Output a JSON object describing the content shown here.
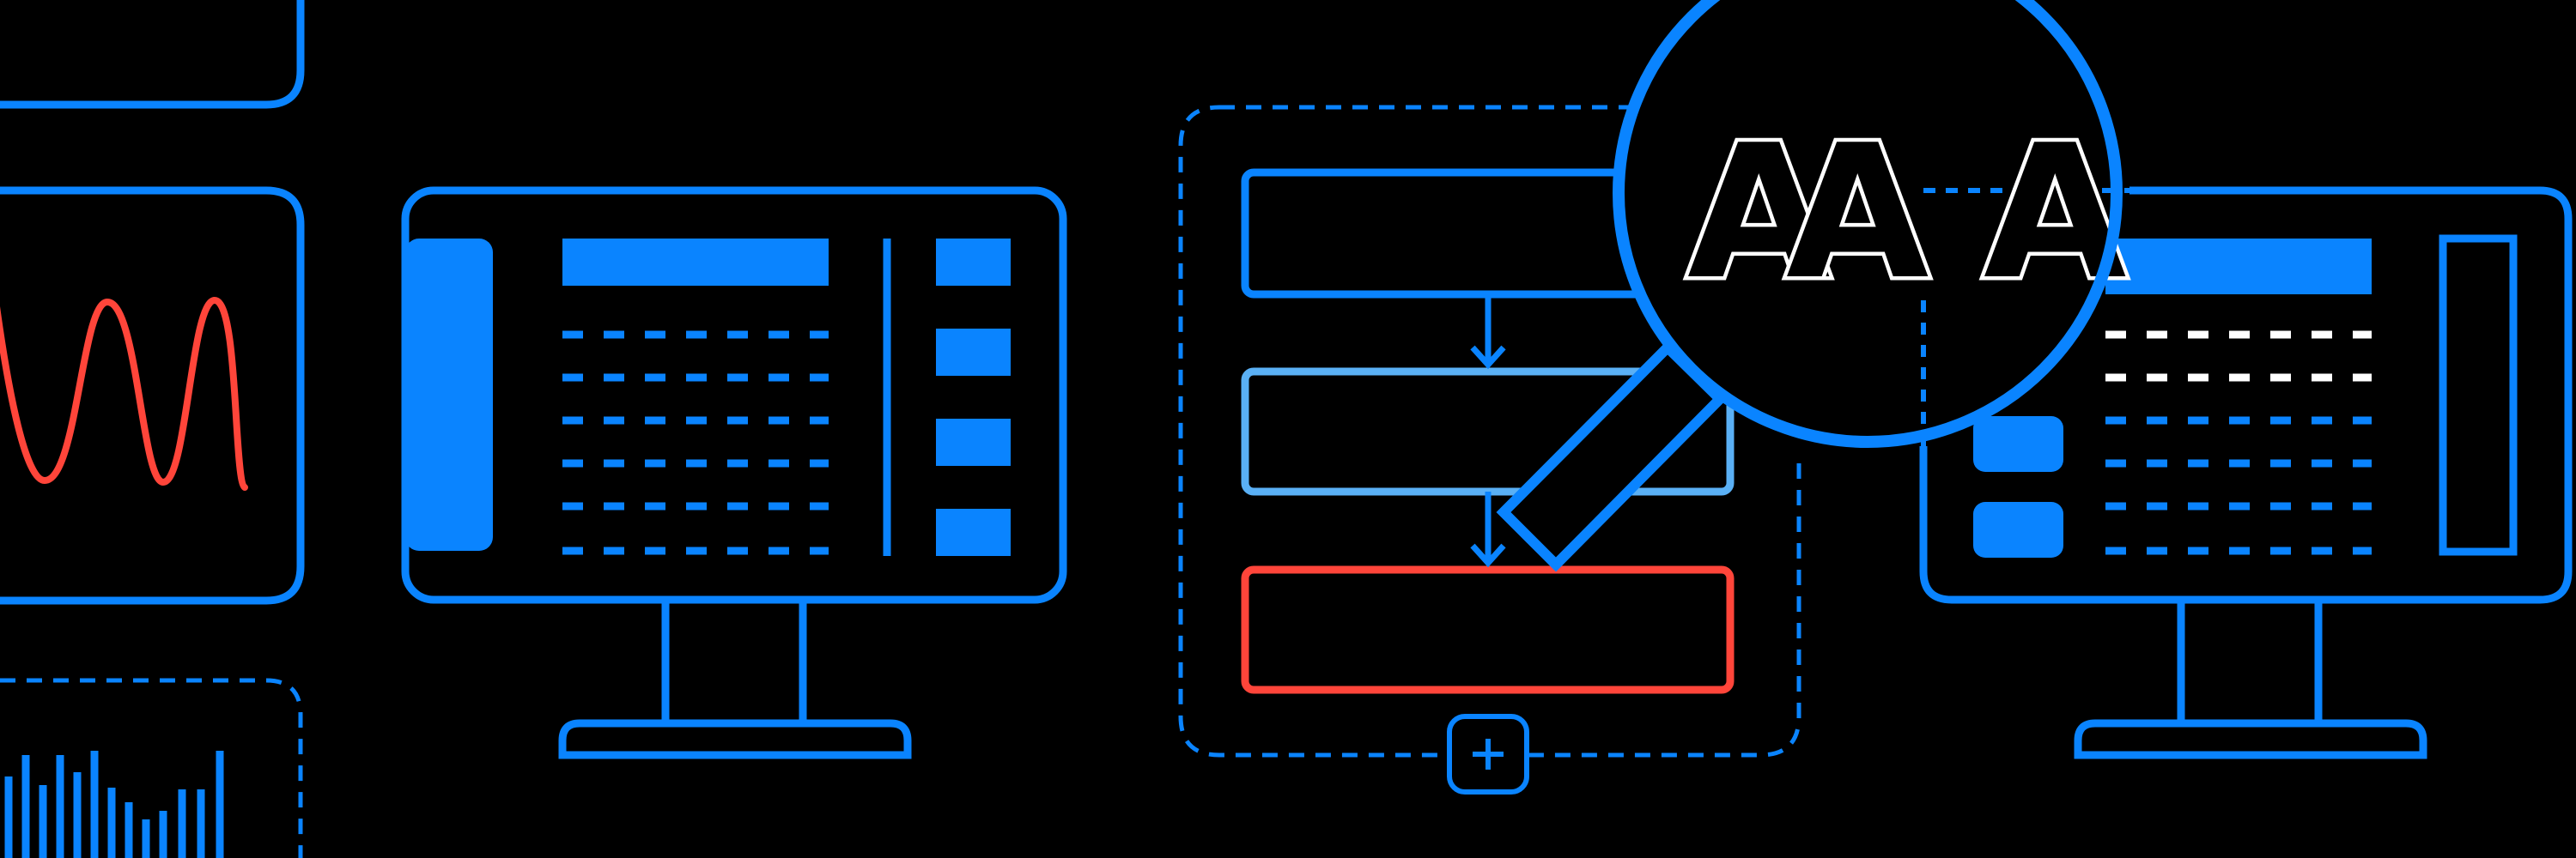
{
  "colors": {
    "background": "#000000",
    "accent_blue": "#0A84FF",
    "light_blue": "#5AB0F5",
    "accent_red": "#FF453A",
    "white": "#FFFFFF"
  },
  "magnifier": {
    "text": "AAA",
    "letters": [
      "A",
      "A",
      "A"
    ]
  },
  "flowchart": {
    "add_icon": "plus-icon"
  }
}
